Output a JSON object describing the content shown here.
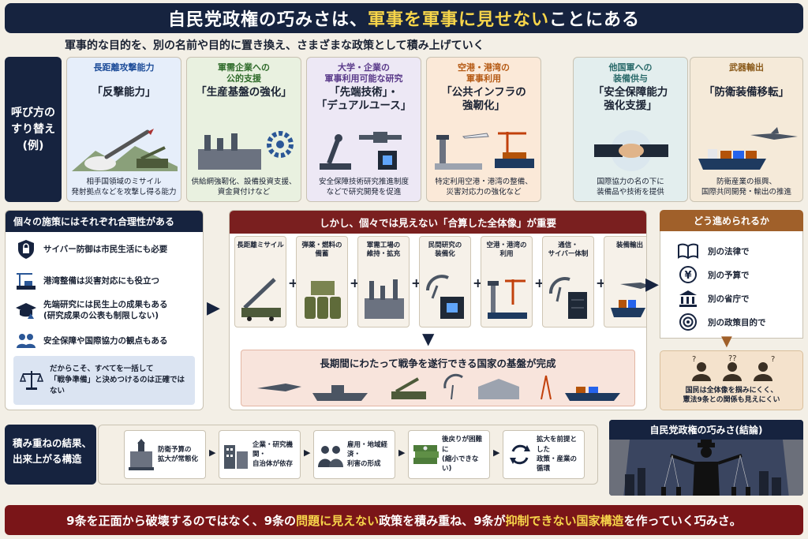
{
  "header": {
    "title_a": "自民党政権の巧みさは、",
    "title_b": "軍事を軍事に見せない",
    "title_c": "ことにある",
    "subtitle": "軍事的な目的を、別の名前や目的に置き換え、さまざまな政策として積み上げていく"
  },
  "side_label": "呼び方の\nすり替え\n(例)",
  "cards": [
    {
      "head": "長距離攻撃能力",
      "name": "「反撃能力」",
      "desc": "相手国領域のミサイル\n発射拠点などを攻撃し得る能力"
    },
    {
      "head": "軍需企業への\n公的支援",
      "name": "「生産基盤の強化」",
      "desc": "供給網強靭化、設備投資支援、\n資金貸付けなど"
    },
    {
      "head": "大学・企業の\n軍事利用可能な研究",
      "name": "「先端技術」・\n「デュアルユース」",
      "desc": "安全保障技術研究推進制度\nなどで研究開発を促進"
    },
    {
      "head": "空港・港湾の\n軍事利用",
      "name": "「公共インフラの\n強靭化」",
      "desc": "特定利用空港・港湾の整備、\n災害対応力の強化など"
    },
    {
      "head": "他国軍への\n装備供与",
      "name": "「安全保障能力\n強化支援」",
      "desc": "国際協力の名の下に\n装備品や技術を提供"
    },
    {
      "head": "武器輸出",
      "name": "「防衛装備移転」",
      "desc": "防衛産業の振興、\n国際共同開発・輸出の推進"
    }
  ],
  "left_panel": {
    "title": "個々の施策にはそれぞれ合理性がある",
    "items": [
      "サイバー防御は市民生活にも必要",
      "港湾整備は災害対応にも役立つ",
      "先端研究には民生上の成果もある\n(研究成果の公表も制限しない)",
      "安全保障や国際協力の観点もある"
    ],
    "conclusion": "だからこそ、すべてを一括して\n「戦争準備」と決めつけるのは正確ではない"
  },
  "center_panel": {
    "title": "しかし、個々では見えない「合算した全体像」が重要",
    "pieces": [
      "長距離ミサイル",
      "弾薬・燃料の\n備蓄",
      "軍需工場の\n維持・拡充",
      "民間研究の\n装備化",
      "空港・港湾の\n利用",
      "通信・\nサイバー体制",
      "装備輸出"
    ],
    "result": "長期間にわたって戦争を遂行できる国家の基盤が完成"
  },
  "right_panel": {
    "title": "どう進められるか",
    "items": [
      "別の法律で",
      "別の予算で",
      "別の省庁で",
      "別の政策目的で"
    ],
    "result": "国民は全体像を掴みにくく、\n憲法9条との関係も見えにくい"
  },
  "bottom": {
    "label": "積み重ねの結果、\n出来上がる構造",
    "flow": [
      "防衛予算の\n拡大が常態化",
      "企業・研究機関・\n自治体が依存",
      "雇用・地域経済・\n利害の形成",
      "後戻りが困難に\n(縮小できない)",
      "拡大を前提とした\n政策・産業の循環"
    ]
  },
  "conclusion_panel": {
    "title": "自民党政権の巧みさ(結論)"
  },
  "footer": {
    "a": "9条を正面から破壊するのではなく、9条の",
    "b": "問題に見えない",
    "c": "政策を積み重ね、9条が",
    "d": "抑制できない国家構造",
    "e": "を作っていく巧みさ。"
  },
  "colors": {
    "navy": "#16233f",
    "maroon": "#7a1518",
    "accent": "#f7d54a",
    "brown": "#a0602a"
  }
}
